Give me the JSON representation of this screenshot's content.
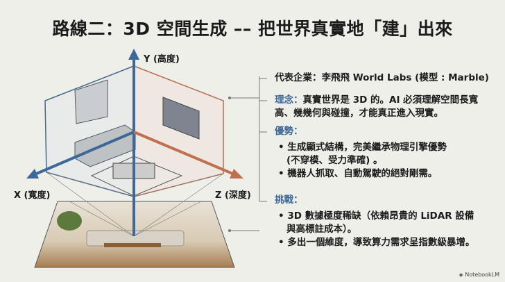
{
  "title": "路線二：3D 空間生成 –– 把世界真實地「建」出來",
  "axes": {
    "y": "Y (高度)",
    "x": "X (寬度)",
    "z": "Z (深度)"
  },
  "colors": {
    "blue": "#3d6898",
    "orange": "#c0704f",
    "text": "#1b1b1b",
    "bg": "#efefea"
  },
  "company": "代表企業：李飛飛 World Labs (模型 : Marble)",
  "concept": {
    "label": "理念：",
    "line1": "真實世界是 3D 的。AI 必須理解空間長寬",
    "line2": "高、幾幾何與碰撞，才能真正進入現實。"
  },
  "advantages": {
    "label": "優勢：",
    "items": [
      "• 生成顯式結構，完美繼承物理引擎優勢",
      "(不穿模、受力準確) 。",
      "• 機器人抓取、自動駕駛的絕對剛需。"
    ]
  },
  "challenges": {
    "label": "挑戰：",
    "items": [
      "• 3D 數據極度稀缺（依賴昂貴的 LiDAR 設備",
      "與高標註成本）。",
      "• 多出一個維度，導致算力需求呈指數級暴增。"
    ]
  },
  "watermark": "NotebookLM"
}
